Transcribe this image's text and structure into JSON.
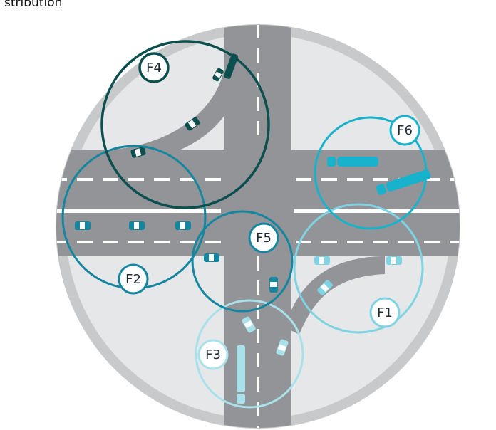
{
  "caption": "stribution",
  "colors": {
    "background_disk": "#c8c9cb",
    "inner_area": "#e6e7e9",
    "road": "#929497",
    "lane_marking": "#ffffff",
    "zone_dark": "#0b4f4f",
    "zone_teal": "#1486a0",
    "zone_cyan": "#19b2cc",
    "zone_light": "#7fd3e2",
    "zone_pale": "#a9e1ea"
  },
  "zones": [
    {
      "id": "F1",
      "label": "F1",
      "color": "#7fd3e2"
    },
    {
      "id": "F2",
      "label": "F2",
      "color": "#1486a0"
    },
    {
      "id": "F3",
      "label": "F3",
      "color": "#a9e1ea"
    },
    {
      "id": "F4",
      "label": "F4",
      "color": "#0b4f4f"
    },
    {
      "id": "F5",
      "label": "F5",
      "color": "#1486a0"
    },
    {
      "id": "F6",
      "label": "F6",
      "color": "#19b2cc"
    }
  ]
}
